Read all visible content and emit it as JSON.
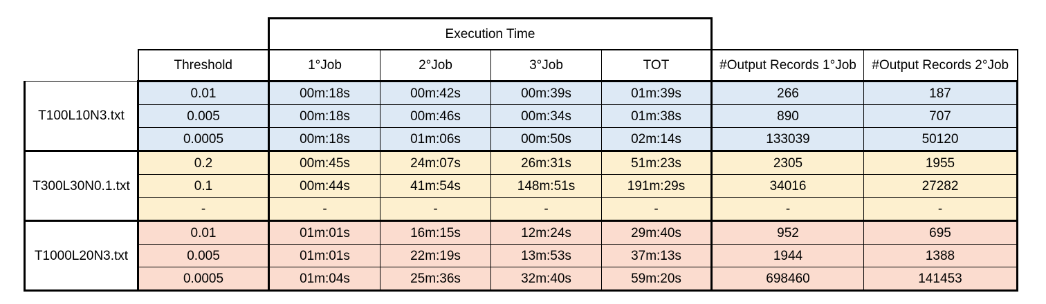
{
  "table": {
    "group_header": "Execution Time",
    "columns": [
      "Threshold",
      "1°Job",
      "2°Job",
      "3°Job",
      "TOT",
      "#Output Records 1°Job",
      "#Output Records 2°Job"
    ],
    "groups": [
      {
        "file": "T100L10N3.txt",
        "color": "#dde9f5",
        "rows": [
          [
            "0.01",
            "00m:18s",
            "00m:42s",
            "00m:39s",
            "01m:39s",
            "266",
            "187"
          ],
          [
            "0.005",
            "00m:18s",
            "00m:46s",
            "00m:34s",
            "01m:38s",
            "890",
            "707"
          ],
          [
            "0.0005",
            "00m:18s",
            "01m:06s",
            "00m:50s",
            "02m:14s",
            "133039",
            "50120"
          ]
        ]
      },
      {
        "file": "T300L30N0.1.txt",
        "color": "#fdf0cf",
        "rows": [
          [
            "0.2",
            "00m:45s",
            "24m:07s",
            "26m:31s",
            "51m:23s",
            "2305",
            "1955"
          ],
          [
            "0.1",
            "00m:44s",
            "41m:54s",
            "148m:51s",
            "191m:29s",
            "34016",
            "27282"
          ],
          [
            "-",
            "-",
            "-",
            "-",
            "-",
            "-",
            "-"
          ]
        ]
      },
      {
        "file": "T1000L20N3.txt",
        "color": "#fbdccf",
        "rows": [
          [
            "0.01",
            "01m:01s",
            "16m:15s",
            "12m:24s",
            "29m:40s",
            "952",
            "695"
          ],
          [
            "0.005",
            "01m:01s",
            "22m:19s",
            "13m:53s",
            "37m:13s",
            "1944",
            "1388"
          ],
          [
            "0.0005",
            "01m:04s",
            "25m:36s",
            "32m:40s",
            "59m:20s",
            "698460",
            "141453"
          ]
        ]
      }
    ]
  }
}
